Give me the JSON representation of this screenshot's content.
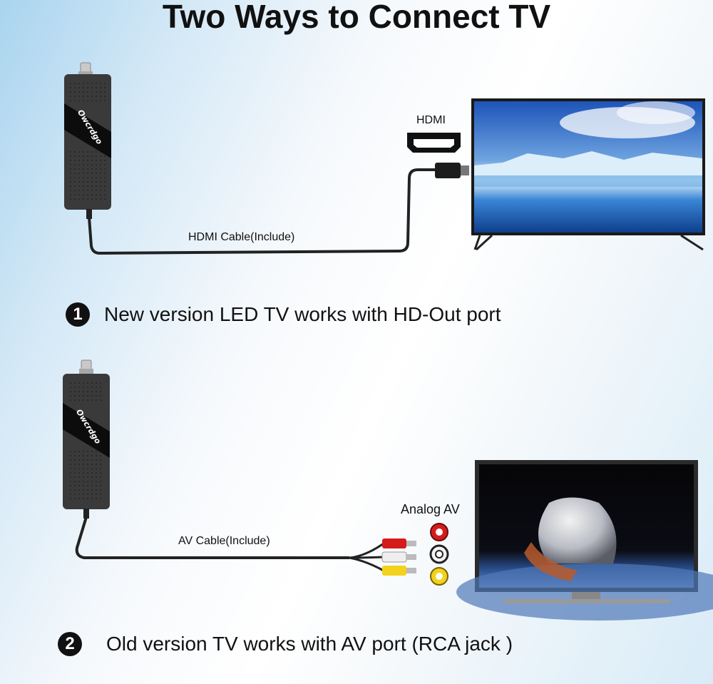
{
  "title": "Two Ways to Connect TV",
  "section1": {
    "device_brand": "Owcrdgo",
    "port_label": "HDMI",
    "cable_label": "HDMI Cable(Include)",
    "step_number": "1",
    "step_text": "New version LED TV works with HD-Out port"
  },
  "section2": {
    "device_brand": "Owcrdgo",
    "port_label": "Analog AV",
    "cable_label": "AV Cable(Include)",
    "step_number": "2",
    "step_text": "Old version TV works with AV port (RCA jack )",
    "rca_colors": [
      "#d41c1c",
      "#e8e8e8",
      "#f2d21b"
    ]
  }
}
